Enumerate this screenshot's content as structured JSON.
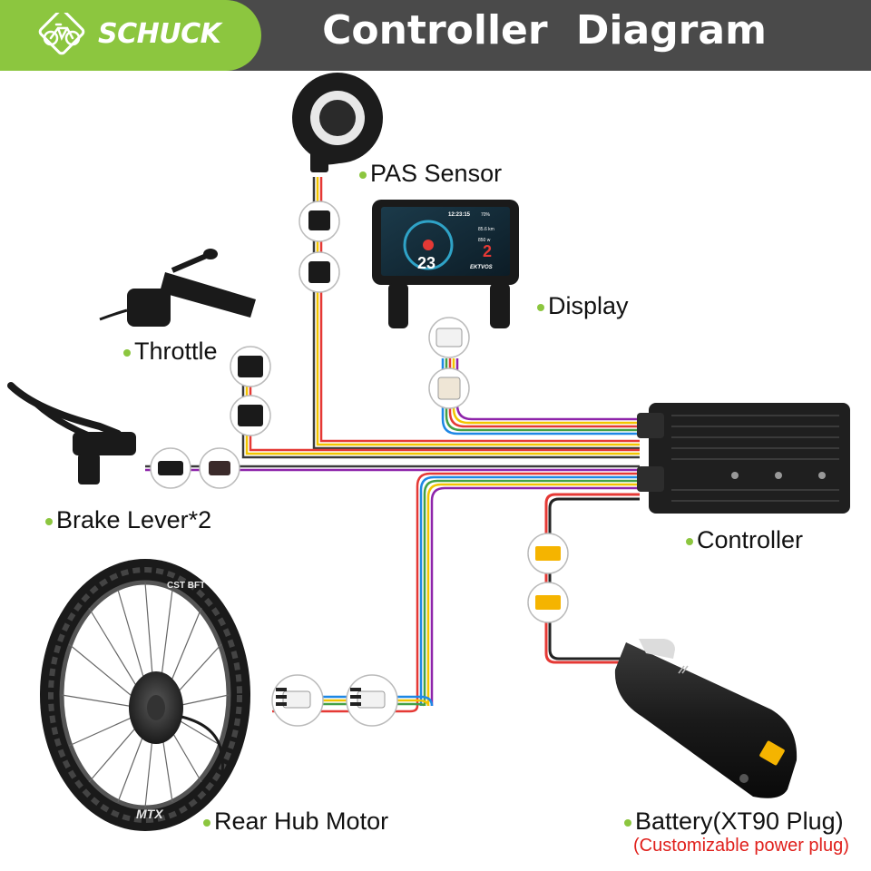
{
  "header": {
    "brand": "SCHUCK",
    "title": "Controller   Diagram"
  },
  "components": {
    "pas_sensor": "PAS Sensor",
    "display": "Display",
    "throttle": "Throttle",
    "brake_lever": "Brake Lever*2",
    "controller": "Controller",
    "rear_hub_motor": "Rear Hub Motor",
    "battery": "Battery(XT90 Plug)",
    "battery_note": "(Customizable power plug)"
  },
  "display_screen": {
    "time": "12:23:15",
    "battery_pct": "70%",
    "distance": "85.6 km",
    "power": "850 w",
    "speed": "23",
    "gear": "2",
    "brand": "EKTVOS"
  },
  "tire_text": {
    "brand": "CST BFT",
    "model": "MTX"
  },
  "colors": {
    "brand_green": "#8cc63f",
    "header_gray": "#4a4a4a",
    "note_red": "#e0201c"
  }
}
